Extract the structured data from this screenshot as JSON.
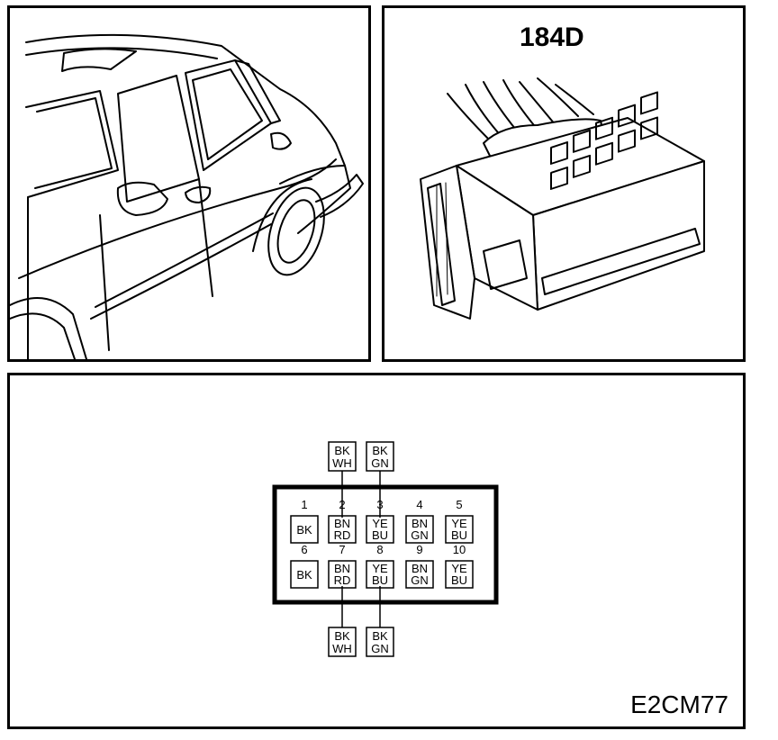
{
  "connector": {
    "title": "184D",
    "figure_code": "E2CM77"
  },
  "pins": [
    {
      "num": "1",
      "colors": [
        "BK"
      ]
    },
    {
      "num": "2",
      "colors": [
        "BN",
        "RD"
      ]
    },
    {
      "num": "3",
      "colors": [
        "YE",
        "BU"
      ]
    },
    {
      "num": "4",
      "colors": [
        "BN",
        "GN"
      ]
    },
    {
      "num": "5",
      "colors": [
        "YE",
        "BU"
      ]
    },
    {
      "num": "6",
      "colors": [
        "BK"
      ]
    },
    {
      "num": "7",
      "colors": [
        "BN",
        "RD"
      ]
    },
    {
      "num": "8",
      "colors": [
        "YE",
        "BU"
      ]
    },
    {
      "num": "9",
      "colors": [
        "BN",
        "GN"
      ]
    },
    {
      "num": "10",
      "colors": [
        "YE",
        "BU"
      ]
    }
  ],
  "wires": [
    {
      "to_pin": "2",
      "colors": [
        "BK",
        "WH"
      ]
    },
    {
      "to_pin": "3",
      "colors": [
        "BK",
        "GN"
      ]
    },
    {
      "to_pin": "7",
      "colors": [
        "BK",
        "WH"
      ]
    },
    {
      "to_pin": "8",
      "colors": [
        "BK",
        "GN"
      ]
    }
  ]
}
